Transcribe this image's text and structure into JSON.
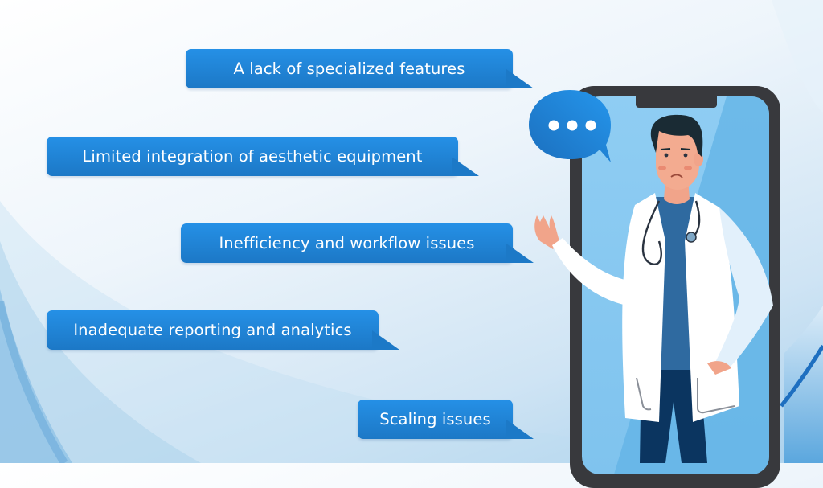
{
  "slide": {
    "bubbles": [
      {
        "label": "A lack of specialized features"
      },
      {
        "label": "Limited integration of aesthetic equipment"
      },
      {
        "label": "Inefficiency and workflow issues"
      },
      {
        "label": "Inadequate reporting and analytics"
      },
      {
        "label": "Scaling issues"
      }
    ],
    "chat_icon": "speech-bubble-ellipsis-icon",
    "illustration": "doctor-on-smartphone",
    "colors": {
      "bubble_top": "#2590e6",
      "bubble_bottom": "#1c78c6",
      "bubble_text": "#ffffff",
      "phone_frame": "#38393d",
      "phone_screen": "#8fcdf3",
      "background_light": "#ffffff",
      "background_blue": "#a9d0ec"
    }
  }
}
